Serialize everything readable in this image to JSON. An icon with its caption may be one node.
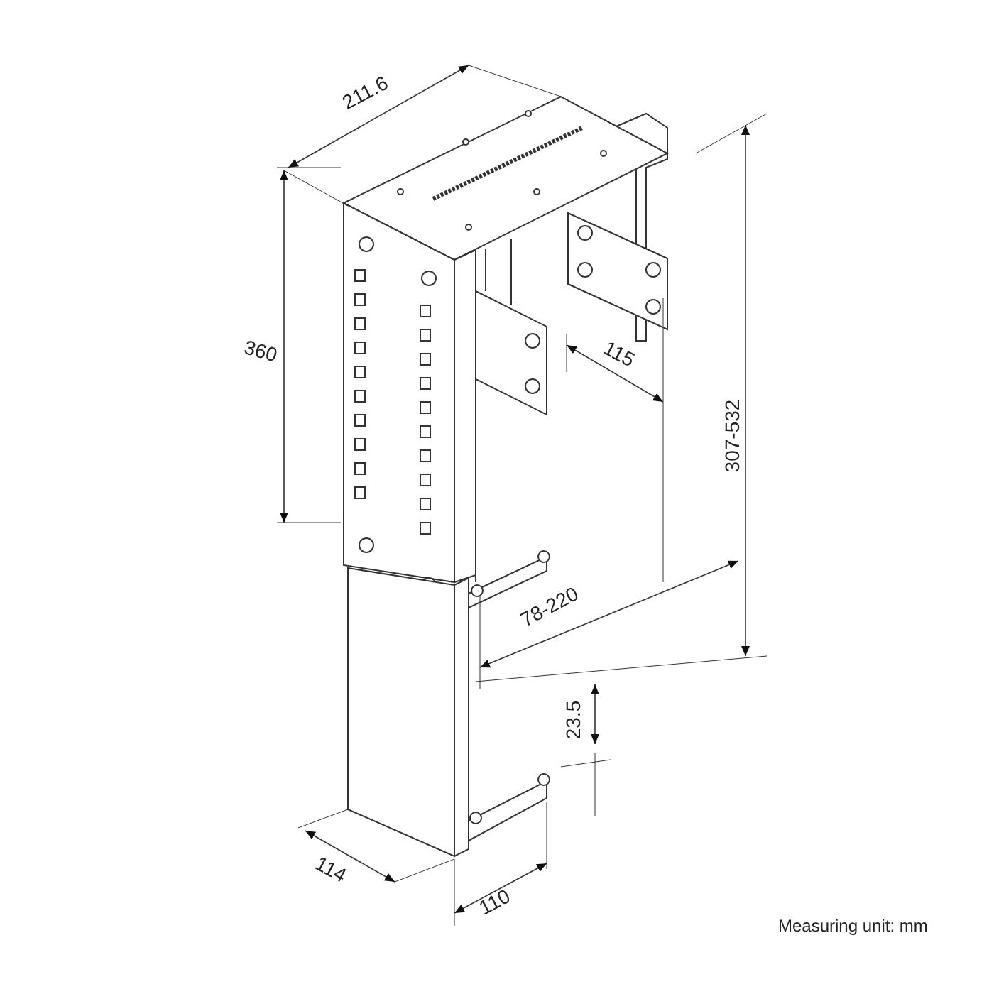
{
  "diagram": {
    "labels": [
      "211.6",
      "360",
      "115",
      "307-532",
      "78-220",
      "23.5",
      "114",
      "110",
      "Measuring unit: mm"
    ]
  }
}
